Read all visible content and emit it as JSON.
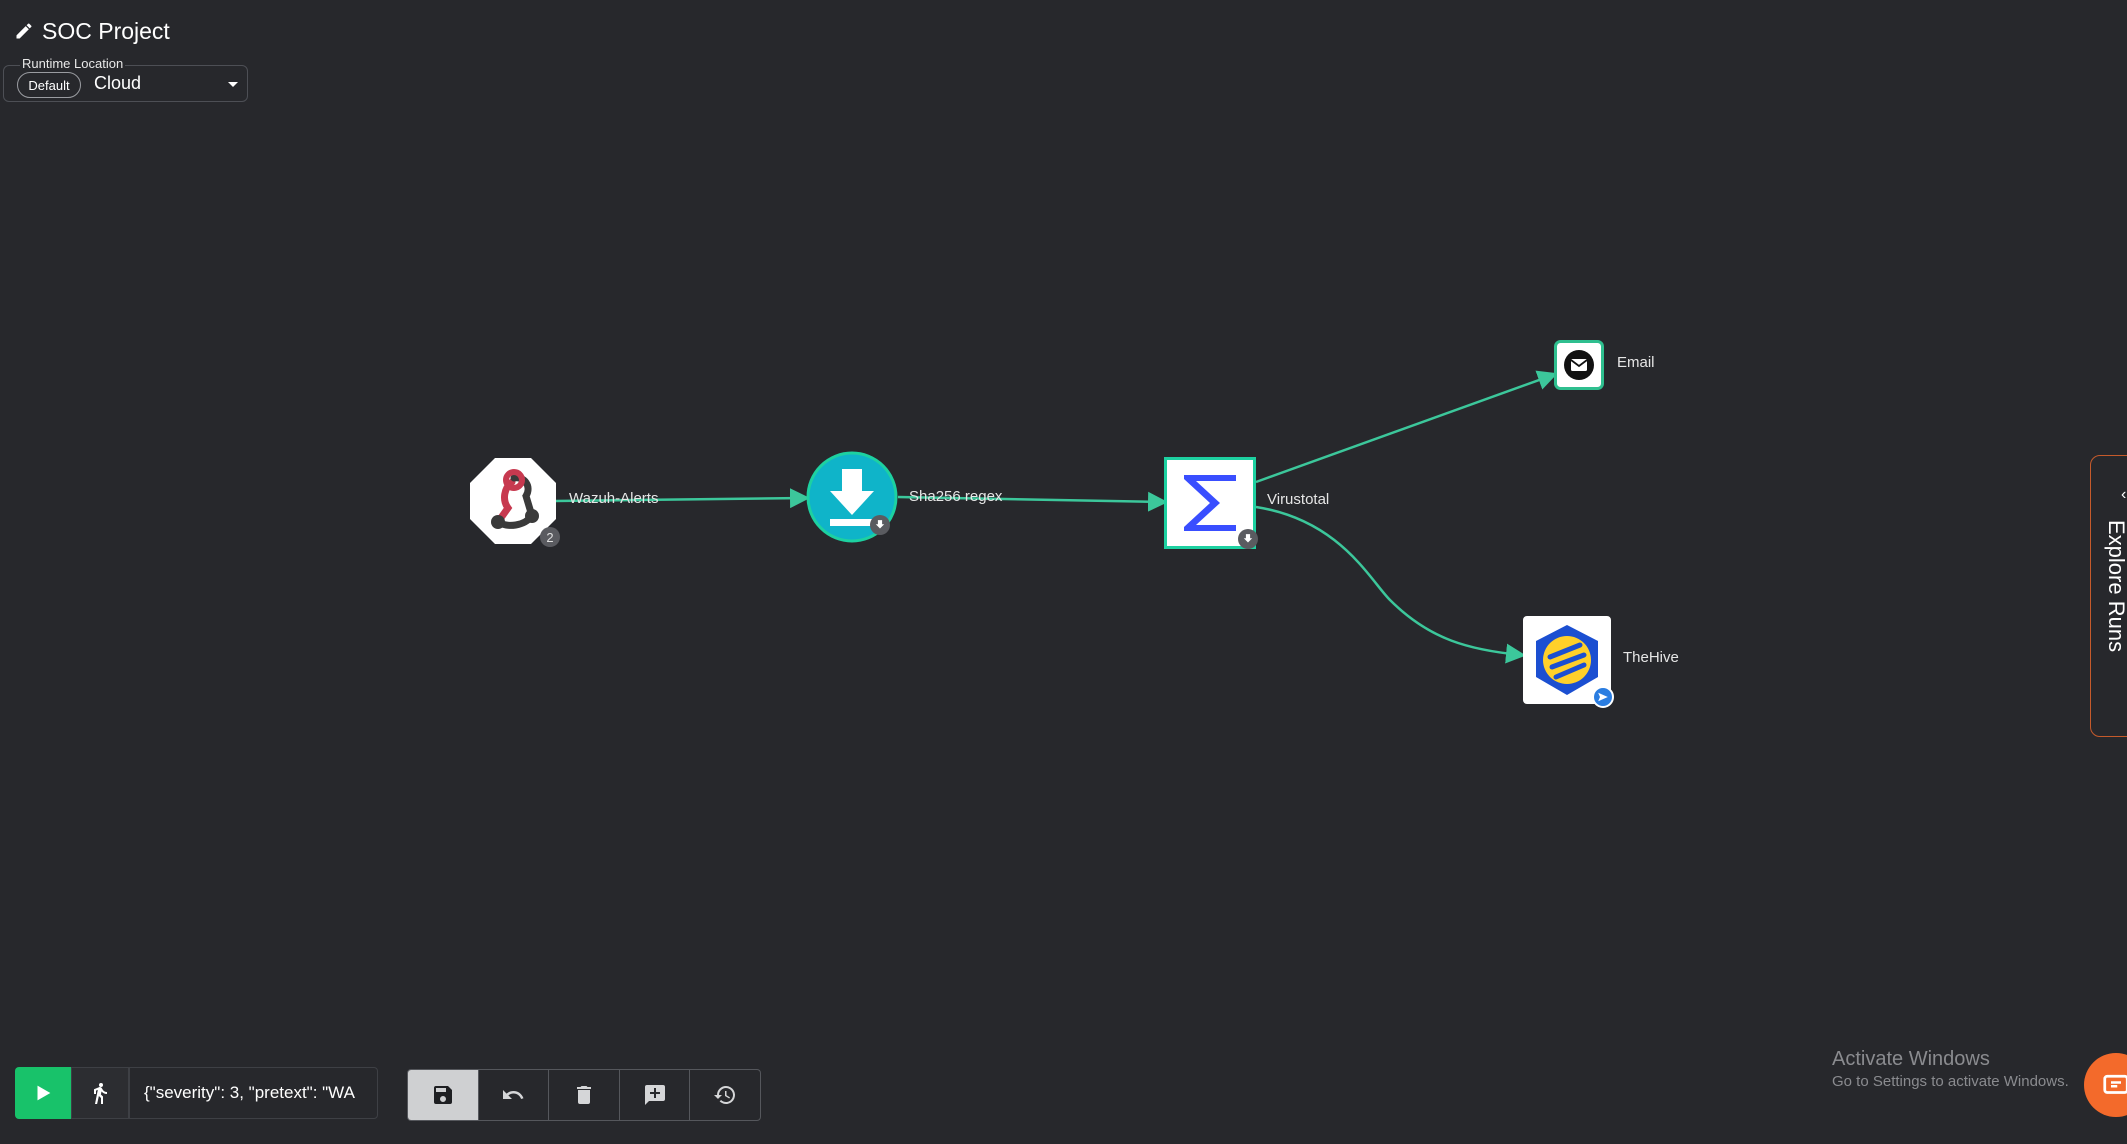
{
  "header": {
    "title": "SOC Project",
    "edit_icon": "pencil-icon"
  },
  "runtime": {
    "legend": "Runtime Location",
    "badge": "Default",
    "value": "Cloud"
  },
  "nodes": {
    "wazuh": {
      "label": "Wazuh-Alerts",
      "badge": "2",
      "icon": "webhook-icon"
    },
    "sha": {
      "label": "Sha256 regex",
      "icon": "download-icon"
    },
    "virustotal": {
      "label": "Virustotal",
      "icon": "sigma-icon"
    },
    "email": {
      "label": "Email",
      "icon": "email-icon"
    },
    "thehive": {
      "label": "TheHive",
      "icon": "thehive-icon"
    }
  },
  "side_panel": {
    "label": "Explore Runs"
  },
  "toolbar": {
    "execution_argument": "{\"severity\": 3, \"pretext\": \"WA",
    "buttons": [
      "save-icon",
      "undo-icon",
      "delete-icon",
      "add-comment-icon",
      "history-icon"
    ]
  },
  "watermark": {
    "line1": "Activate Windows",
    "line2": "Go to Settings to activate Windows."
  },
  "colors": {
    "edge": "#3cc79b",
    "run": "#18c26a",
    "accent": "#f36a2b",
    "background": "#27282c"
  }
}
